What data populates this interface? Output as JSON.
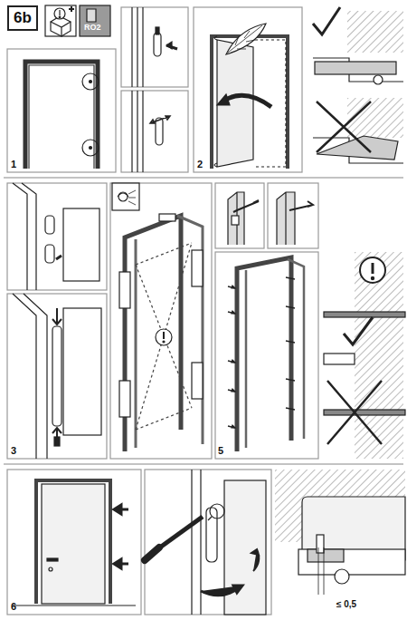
{
  "diagram": {
    "nodes": [
      {
        "text": [
          "6b"
        ]
      }
    ],
    "labels": [
      "RO2",
      "1",
      "2",
      "3",
      "5",
      "6",
      "≤ 0,5"
    ]
  }
}
